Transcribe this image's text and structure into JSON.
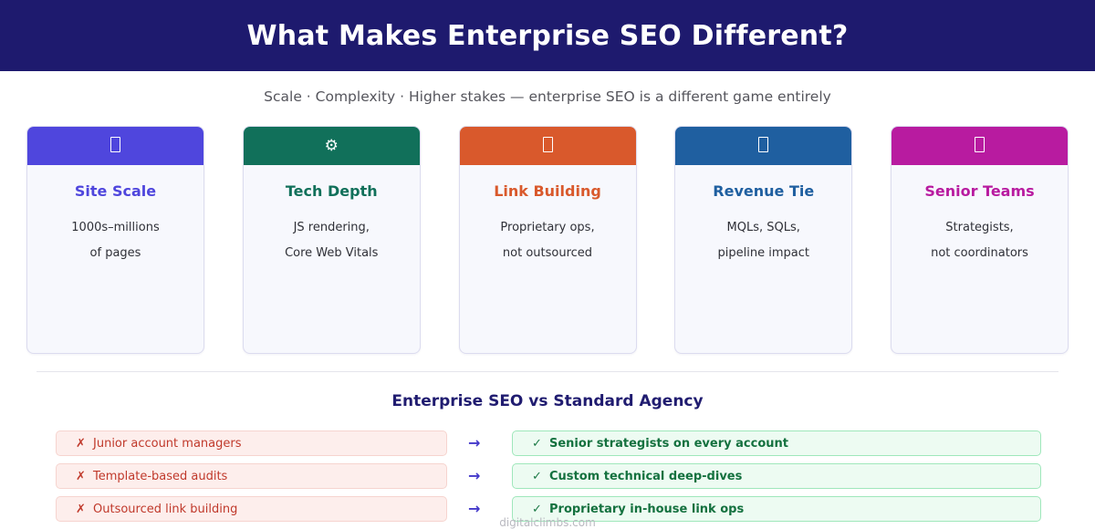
{
  "header": {
    "title": "What Makes Enterprise SEO Different?",
    "background": "#1e1a6e",
    "text_color": "#ffffff"
  },
  "subtitle": "Scale · Complexity · Higher stakes — enterprise SEO is a different game entirely",
  "cards": [
    {
      "icon": "missing-glyph-box-icon",
      "icon_char": "",
      "title": "Site Scale",
      "line1": "1000s–millions",
      "line2": "of pages",
      "color": "#4f46dd"
    },
    {
      "icon": "gear-icon",
      "icon_char": "⚙",
      "title": "Tech Depth",
      "line1": "JS rendering,",
      "line2": "Core Web Vitals",
      "color": "#11705a"
    },
    {
      "icon": "missing-glyph-box-icon",
      "icon_char": "",
      "title": "Link Building",
      "line1": "Proprietary ops,",
      "line2": "not outsourced",
      "color": "#d9592c"
    },
    {
      "icon": "missing-glyph-box-icon",
      "icon_char": "",
      "title": "Revenue Tie",
      "line1": "MQLs, SQLs,",
      "line2": "pipeline impact",
      "color": "#1f5fa0"
    },
    {
      "icon": "missing-glyph-box-icon",
      "icon_char": "",
      "title": "Senior Teams",
      "line1": "Strategists,",
      "line2": "not coordinators",
      "color": "#b81ba0"
    }
  ],
  "comparison": {
    "title": "Enterprise SEO vs Standard Agency",
    "bad_mark": "✗",
    "good_mark": "✓",
    "arrow": "→",
    "rows": [
      {
        "bad": "Junior account managers",
        "good": "Senior strategists on every account"
      },
      {
        "bad": "Template-based audits",
        "good": "Custom technical deep-dives"
      },
      {
        "bad": "Outsourced link building",
        "good": "Proprietary in-house link ops"
      }
    ]
  },
  "footer": "digitalclimbs.com"
}
